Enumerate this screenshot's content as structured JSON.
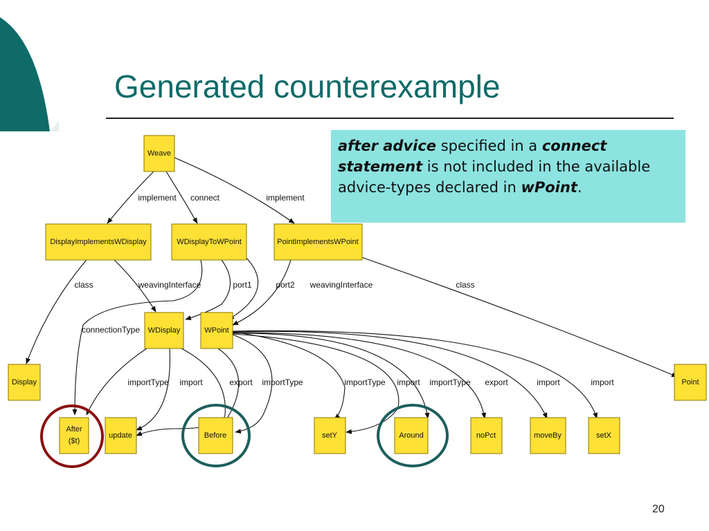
{
  "slide": {
    "title": "Generated counterexample",
    "page_number": "20"
  },
  "note": {
    "t1": "after advice",
    "t2": " specified in a ",
    "t3": "connect statement",
    "t4": " is not included in the available advice-types declared in ",
    "t5": "wPoint",
    "t6": "."
  },
  "diagram": {
    "nodes": {
      "weave": "Weave",
      "display_impl": "DisplayImplementsWDisplay",
      "wdisplay_to_wpoint": "WDisplayToWPoint",
      "point_impl": "PointImplementsWPoint",
      "wdisplay": "WDisplay",
      "wpoint": "WPoint",
      "display": "Display",
      "point": "Point",
      "after_1": "After",
      "after_2": "($t)",
      "update": "update",
      "before": "Before",
      "sety": "setY",
      "around": "Around",
      "nopct": "noPct",
      "moveby": "moveBy",
      "setx": "setX"
    },
    "edge_labels": {
      "implement_1": "implement",
      "connect": "connect",
      "implement_2": "implement",
      "class_1": "class",
      "weaving_interface_1": "weavingInterface",
      "port1": "port1",
      "port2": "port2",
      "weaving_interface_2": "weavingInterface",
      "class_2": "class",
      "connection_type": "connectionType",
      "import_type_1": "importType",
      "import_1": "import",
      "export_1": "export",
      "import_type_2": "importType",
      "import_type_3": "importType",
      "import_2": "import",
      "import_type_4": "importType",
      "export_2": "export",
      "import_3": "import",
      "import_4": "import"
    },
    "highlights": {
      "after": "#8b1010",
      "before": "#1d5f5c",
      "around": "#1d5f5c"
    }
  },
  "colors": {
    "accent": "#0e6b68",
    "node_fill": "#ffe135",
    "note_fill": "#8ce3e0"
  }
}
